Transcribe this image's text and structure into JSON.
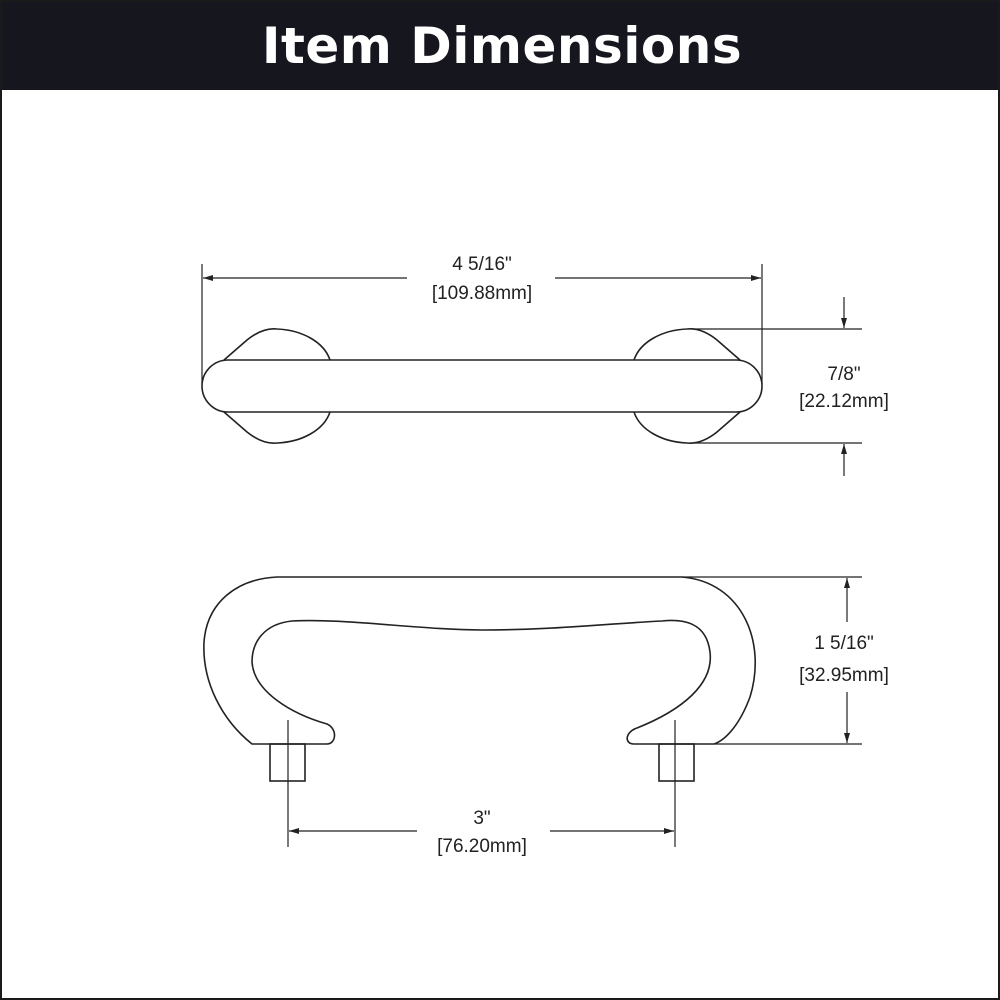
{
  "header": {
    "title": "Item Dimensions",
    "background": "#16161f"
  },
  "top_view": {
    "overall_length": {
      "imperial": "4 5/16\"",
      "metric": "[109.88mm]"
    },
    "rosette_diameter": {
      "imperial": "7/8\"",
      "metric": "[22.12mm]"
    }
  },
  "side_view": {
    "projection": {
      "imperial": "1 5/16\"",
      "metric": "[32.95mm]"
    },
    "center_to_center": {
      "imperial": "3\"",
      "metric": "[76.20mm]"
    }
  }
}
